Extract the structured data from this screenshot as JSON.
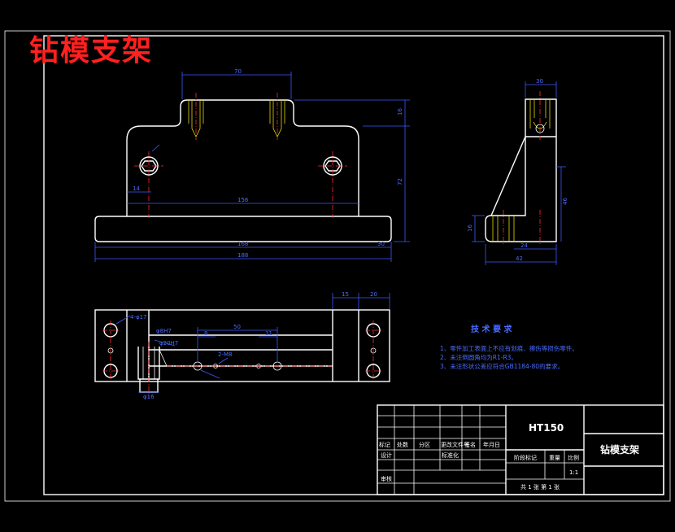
{
  "drawing_title": "钻模支架",
  "front_view": {
    "dims": [
      "70",
      "16",
      "72",
      "14",
      "156",
      "168",
      "188",
      "30"
    ]
  },
  "side_view": {
    "dims": [
      "30",
      "46",
      "16",
      "24",
      "42"
    ]
  },
  "top_view": {
    "dims": [
      "15",
      "20",
      "50",
      "8",
      "11",
      "φ8H7",
      "2-M8",
      "4-φ17",
      "φ20H7",
      "φ16"
    ]
  },
  "technical_requirements": {
    "heading": "技 术 要 求",
    "items": [
      "1、零件加工表面上不应有划痕、擦伤等损伤零件。",
      "2、未注倒圆角均为R1-R3。",
      "3、未注形状公差应符合GB1184-80的要求。"
    ]
  },
  "title_block": {
    "material": "HT150",
    "part_name": "钻模支架",
    "headers": [
      "标记",
      "处数",
      "分区",
      "更改文件号",
      "签名",
      "年月日"
    ],
    "row_labels": [
      "设计",
      "标准化"
    ],
    "review_label": "审核",
    "stage_label": "阶段标记",
    "weight_label": "重量",
    "scale_label": "比例",
    "scale_value": "1:1",
    "sheet_info": "共 1 张  第 1 张"
  }
}
